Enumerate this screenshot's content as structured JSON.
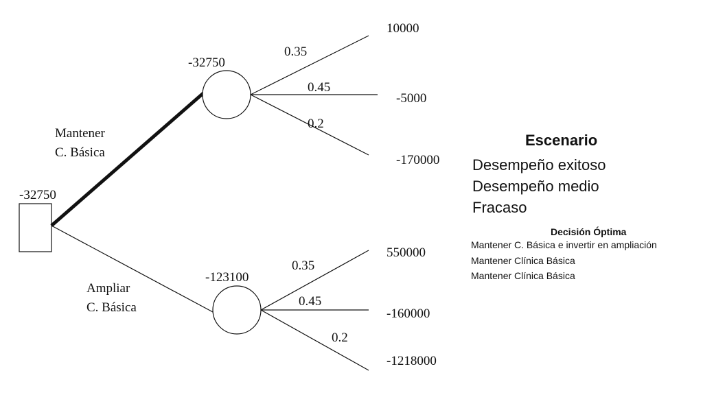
{
  "tree": {
    "root_value": "-32750",
    "branches": [
      {
        "label_line1": "Mantener",
        "label_line2": "C. Básica",
        "node_value": "-32750",
        "optimal": true,
        "outcomes": [
          {
            "prob": "0.35",
            "payoff": "10000"
          },
          {
            "prob": "0.45",
            "payoff": "-5000"
          },
          {
            "prob": "0.2",
            "payoff": "-170000"
          }
        ]
      },
      {
        "label_line1": "Ampliar",
        "label_line2": "C. Básica",
        "node_value": "-123100",
        "optimal": false,
        "outcomes": [
          {
            "prob": "0.35",
            "payoff": "550000"
          },
          {
            "prob": "0.45",
            "payoff": "-160000"
          },
          {
            "prob": "0.2",
            "payoff": "-1218000"
          }
        ]
      }
    ]
  },
  "legend": {
    "title": "Escenario",
    "scenarios": [
      "Desempeño exitoso",
      "Desempeño medio",
      "Fracaso"
    ],
    "optimal_title": "Decisión Óptima",
    "optimal_items": [
      "Mantener C. Básica e invertir en ampliación",
      "Mantener Clínica Básica",
      "Mantener Clínica Básica"
    ]
  },
  "colors": {
    "line": "#111111",
    "background": "#ffffff"
  }
}
